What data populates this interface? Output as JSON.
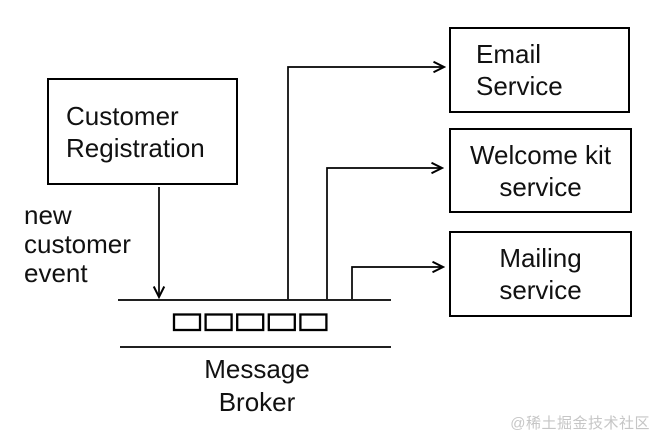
{
  "nodes": {
    "producer": {
      "label": "Customer\nRegistration"
    },
    "email": {
      "label": "Email\nService"
    },
    "welcome": {
      "label": "Welcome kit\nservice"
    },
    "mailing": {
      "label": "Mailing\nservice"
    },
    "broker": {
      "label": "Message\nBroker",
      "queue_slot_count": 5
    }
  },
  "annotations": {
    "event_label": "new\ncustomer\nevent"
  },
  "watermark": {
    "text": "@稀土掘金技术社区",
    "color": "#c6c6c6"
  },
  "colors": {
    "background": "#ffffff",
    "line": "#000000",
    "text": "#111111"
  }
}
